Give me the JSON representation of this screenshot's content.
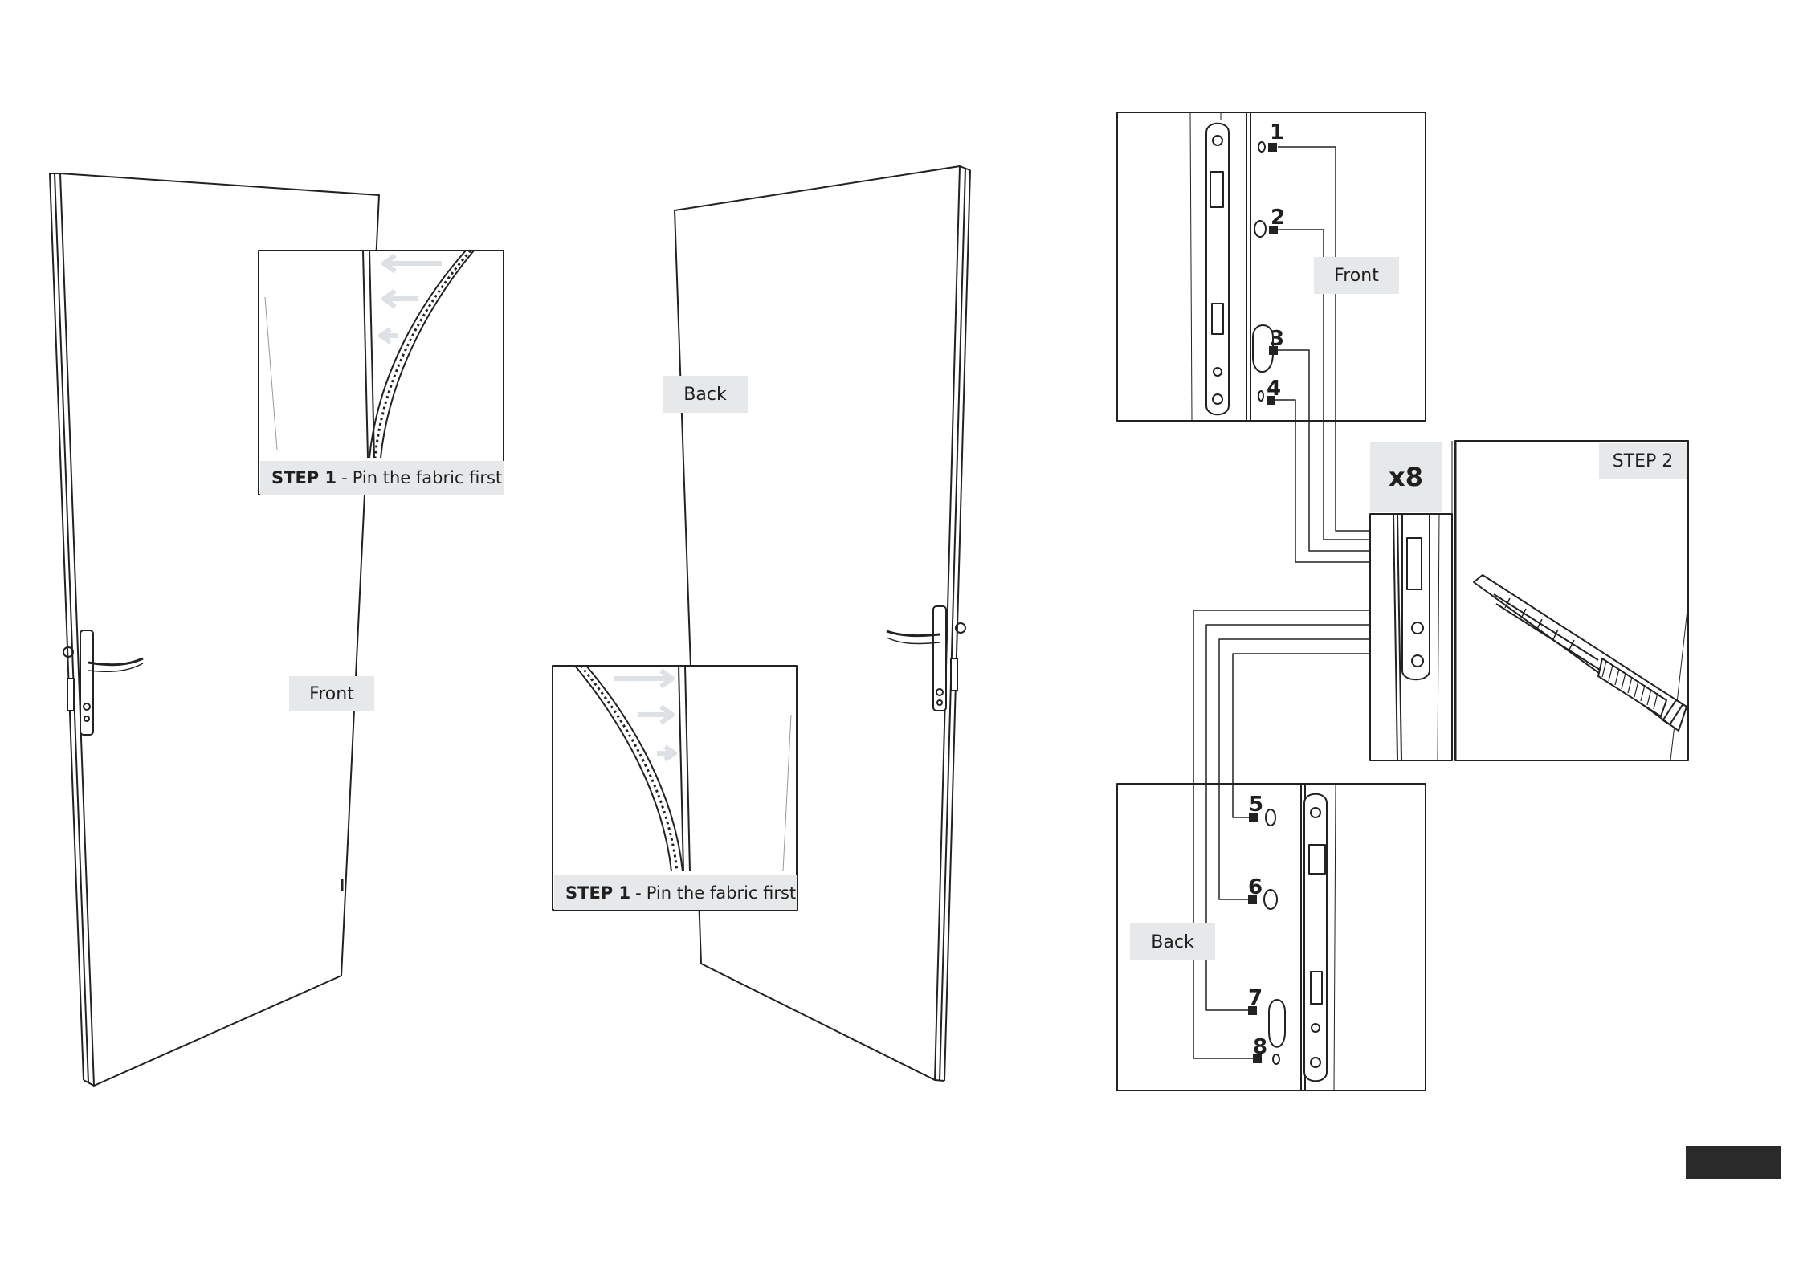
{
  "labels": {
    "front_left": "Front",
    "back_middle": "Back",
    "step1_prefix": "STEP 1",
    "step1_sep": "-",
    "step1_text": "Pin the fabric first",
    "front_detail": "Front",
    "back_detail": "Back",
    "step2": "STEP 2",
    "multiplier": "x8"
  },
  "numbers": [
    "1",
    "2",
    "3",
    "4",
    "5",
    "6",
    "7",
    "8"
  ],
  "colors": {
    "line": "#222222",
    "label_bg": "#e6e8ea",
    "arrow": "#dde1e5",
    "badge": "#2a2a2a"
  },
  "icons": [
    "door-left-icon",
    "door-right-icon",
    "door-handle-icon",
    "lock-plate-icon",
    "utility-knife-icon",
    "arrow-icon"
  ]
}
